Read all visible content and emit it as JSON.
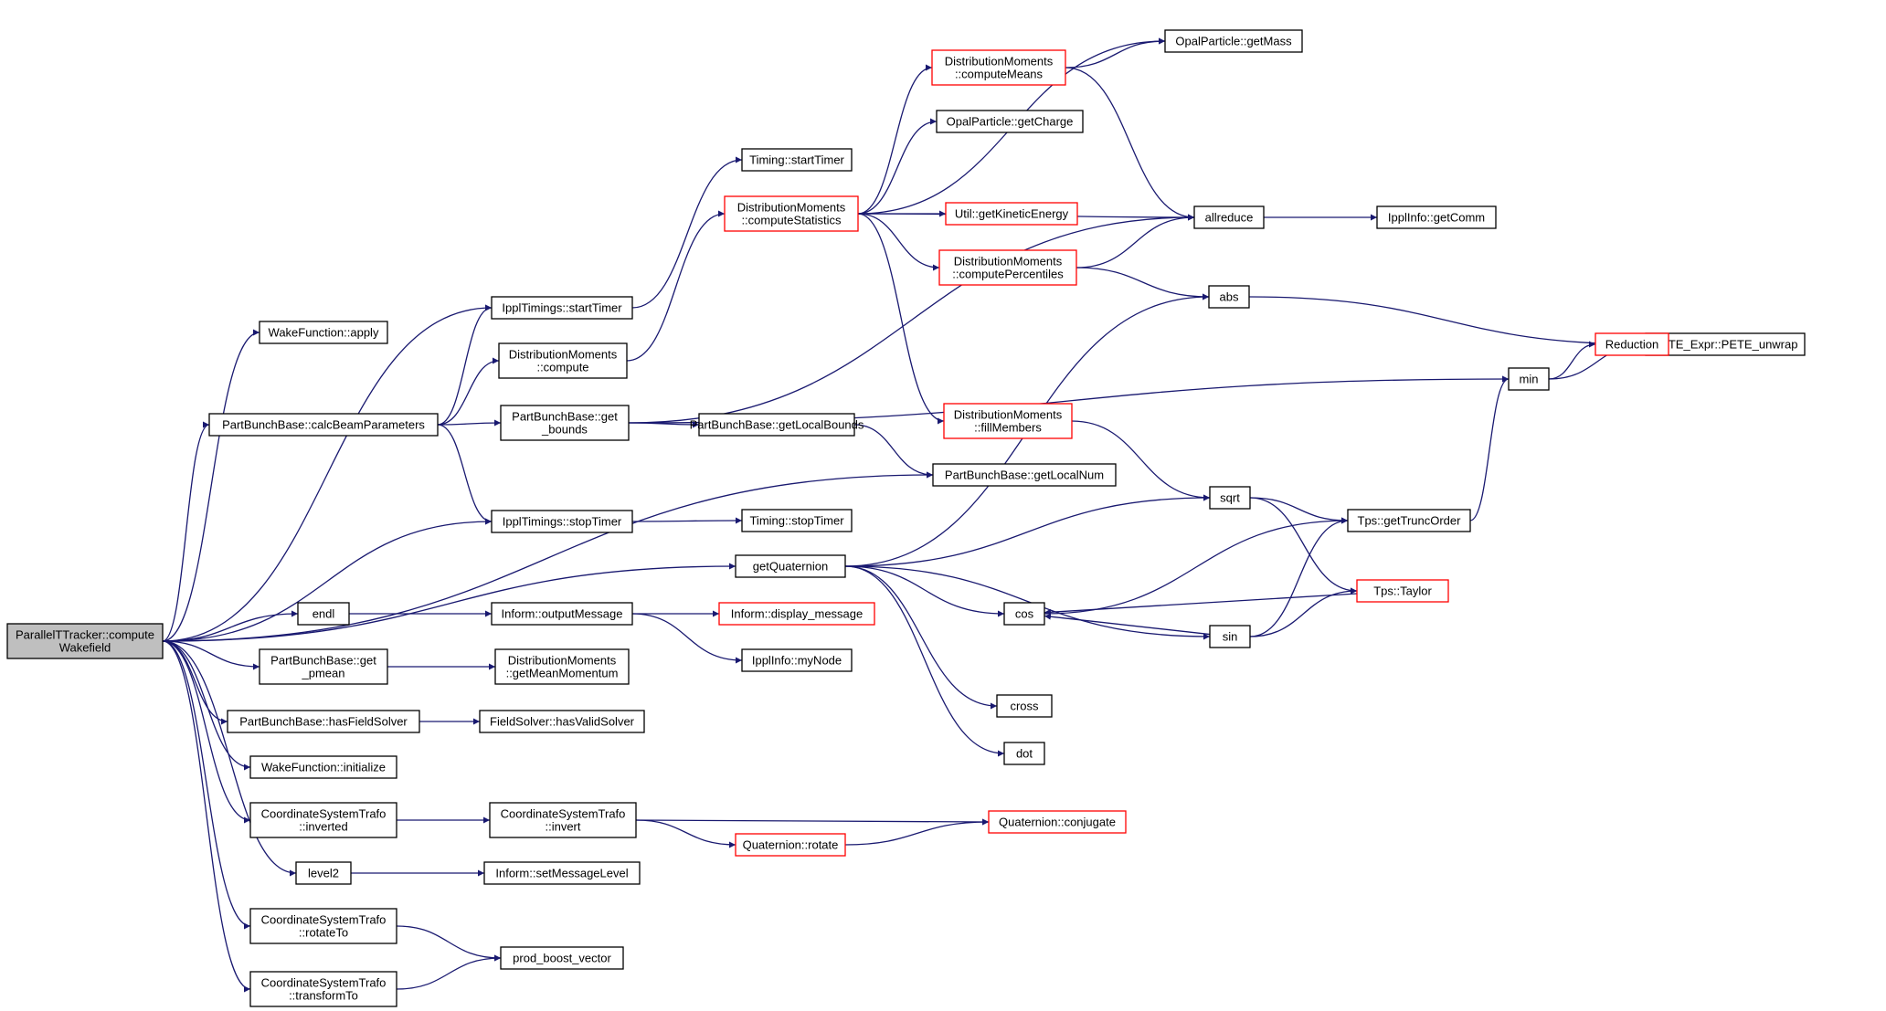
{
  "colors": {
    "edge": "#191970",
    "node_border": "#000000",
    "node_border_partial": "#ff0000",
    "root_fill": "#bfbfbf",
    "background": "#ffffff"
  },
  "nodes": [
    {
      "id": "root",
      "lines": [
        "ParallelTTracker::compute",
        "Wakefield"
      ],
      "style": "root"
    },
    {
      "id": "wf_apply",
      "lines": [
        "WakeFunction::apply"
      ]
    },
    {
      "id": "ippl_start",
      "lines": [
        "IpplTimings::startTimer"
      ]
    },
    {
      "id": "dm_compute",
      "lines": [
        "DistributionMoments",
        "::compute"
      ]
    },
    {
      "id": "pbb_calc",
      "lines": [
        "PartBunchBase::calcBeamParameters"
      ]
    },
    {
      "id": "pbb_getbounds",
      "lines": [
        "PartBunchBase::get",
        "_bounds"
      ]
    },
    {
      "id": "pbb_getlocalbounds",
      "lines": [
        "PartBunchBase::getLocalBounds"
      ]
    },
    {
      "id": "pbb_getlocalnum",
      "lines": [
        "PartBunchBase::getLocalNum"
      ]
    },
    {
      "id": "ippl_stop",
      "lines": [
        "IpplTimings::stopTimer"
      ]
    },
    {
      "id": "timing_stop",
      "lines": [
        "Timing::stopTimer"
      ]
    },
    {
      "id": "timing_start",
      "lines": [
        "Timing::startTimer"
      ]
    },
    {
      "id": "dm_stats",
      "lines": [
        "DistributionMoments",
        "::computeStatistics"
      ],
      "style": "red"
    },
    {
      "id": "dm_means",
      "lines": [
        "DistributionMoments",
        "::computeMeans"
      ],
      "style": "red"
    },
    {
      "id": "op_mass",
      "lines": [
        "OpalParticle::getMass"
      ]
    },
    {
      "id": "op_charge",
      "lines": [
        "OpalParticle::getCharge"
      ]
    },
    {
      "id": "util_ke",
      "lines": [
        "Util::getKineticEnergy"
      ],
      "style": "red"
    },
    {
      "id": "dm_pct",
      "lines": [
        "DistributionMoments",
        "::computePercentiles"
      ],
      "style": "red"
    },
    {
      "id": "dm_fill",
      "lines": [
        "DistributionMoments",
        "::fillMembers"
      ],
      "style": "red"
    },
    {
      "id": "allreduce",
      "lines": [
        "allreduce"
      ]
    },
    {
      "id": "ipplinfo_comm",
      "lines": [
        "IpplInfo::getComm"
      ]
    },
    {
      "id": "abs",
      "lines": [
        "abs"
      ]
    },
    {
      "id": "pete",
      "lines": [
        "PETE_Expr::PETE_unwrap"
      ]
    },
    {
      "id": "reduction",
      "lines": [
        "Reduction"
      ],
      "style": "red"
    },
    {
      "id": "min",
      "lines": [
        "min"
      ]
    },
    {
      "id": "sqrt",
      "lines": [
        "sqrt"
      ]
    },
    {
      "id": "tps_trunc",
      "lines": [
        "Tps::getTruncOrder"
      ]
    },
    {
      "id": "tps_taylor",
      "lines": [
        "Tps::Taylor"
      ],
      "style": "red"
    },
    {
      "id": "getq",
      "lines": [
        "getQuaternion"
      ]
    },
    {
      "id": "cos",
      "lines": [
        "cos"
      ]
    },
    {
      "id": "sin",
      "lines": [
        "sin"
      ]
    },
    {
      "id": "cross",
      "lines": [
        "cross"
      ]
    },
    {
      "id": "dot",
      "lines": [
        "dot"
      ]
    },
    {
      "id": "endl",
      "lines": [
        "endl"
      ]
    },
    {
      "id": "inform_out",
      "lines": [
        "Inform::outputMessage"
      ]
    },
    {
      "id": "inform_disp",
      "lines": [
        "Inform::display_message"
      ],
      "style": "red"
    },
    {
      "id": "ipplinfo_mynode",
      "lines": [
        "IpplInfo::myNode"
      ]
    },
    {
      "id": "pbb_pmean",
      "lines": [
        "PartBunchBase::get",
        "_pmean"
      ]
    },
    {
      "id": "dm_meanmom",
      "lines": [
        "DistributionMoments",
        "::getMeanMomentum"
      ]
    },
    {
      "id": "pbb_hasfs",
      "lines": [
        "PartBunchBase::hasFieldSolver"
      ]
    },
    {
      "id": "fs_valid",
      "lines": [
        "FieldSolver::hasValidSolver"
      ]
    },
    {
      "id": "wf_init",
      "lines": [
        "WakeFunction::initialize"
      ]
    },
    {
      "id": "cst_inverted",
      "lines": [
        "CoordinateSystemTrafo",
        "::inverted"
      ]
    },
    {
      "id": "cst_invert",
      "lines": [
        "CoordinateSystemTrafo",
        "::invert"
      ]
    },
    {
      "id": "quat_conj",
      "lines": [
        "Quaternion::conjugate"
      ],
      "style": "red"
    },
    {
      "id": "quat_rotate",
      "lines": [
        "Quaternion::rotate"
      ],
      "style": "red"
    },
    {
      "id": "level2",
      "lines": [
        "level2"
      ]
    },
    {
      "id": "inform_setlevel",
      "lines": [
        "Inform::setMessageLevel"
      ]
    },
    {
      "id": "cst_rotateto",
      "lines": [
        "CoordinateSystemTrafo",
        "::rotateTo"
      ]
    },
    {
      "id": "prod_boost",
      "lines": [
        "prod_boost_vector"
      ]
    },
    {
      "id": "cst_transformto",
      "lines": [
        "CoordinateSystemTrafo",
        "::transformTo"
      ]
    }
  ],
  "edges": [
    [
      "root",
      "wf_apply"
    ],
    [
      "root",
      "ippl_start"
    ],
    [
      "root",
      "pbb_calc"
    ],
    [
      "root",
      "pbb_getlocalnum"
    ],
    [
      "root",
      "ippl_stop"
    ],
    [
      "root",
      "getq"
    ],
    [
      "root",
      "endl"
    ],
    [
      "root",
      "pbb_pmean"
    ],
    [
      "root",
      "pbb_hasfs"
    ],
    [
      "root",
      "wf_init"
    ],
    [
      "root",
      "cst_inverted"
    ],
    [
      "root",
      "level2"
    ],
    [
      "root",
      "cst_rotateto"
    ],
    [
      "root",
      "cst_transformto"
    ],
    [
      "pbb_calc",
      "ippl_start"
    ],
    [
      "pbb_calc",
      "dm_compute"
    ],
    [
      "pbb_calc",
      "pbb_getbounds"
    ],
    [
      "pbb_calc",
      "ippl_stop"
    ],
    [
      "ippl_start",
      "timing_start"
    ],
    [
      "ippl_stop",
      "timing_stop"
    ],
    [
      "dm_compute",
      "dm_stats"
    ],
    [
      "dm_stats",
      "op_mass"
    ],
    [
      "dm_stats",
      "dm_means"
    ],
    [
      "dm_stats",
      "op_charge"
    ],
    [
      "dm_stats",
      "allreduce"
    ],
    [
      "dm_stats",
      "util_ke"
    ],
    [
      "dm_stats",
      "dm_pct"
    ],
    [
      "dm_stats",
      "dm_fill"
    ],
    [
      "dm_means",
      "op_mass"
    ],
    [
      "dm_means",
      "allreduce"
    ],
    [
      "dm_pct",
      "allreduce"
    ],
    [
      "dm_pct",
      "abs"
    ],
    [
      "allreduce",
      "ipplinfo_comm"
    ],
    [
      "abs",
      "pete"
    ],
    [
      "reduction",
      "pete"
    ],
    [
      "min",
      "reduction"
    ],
    [
      "min",
      "pete"
    ],
    [
      "pbb_getbounds",
      "allreduce"
    ],
    [
      "pbb_getbounds",
      "min"
    ],
    [
      "pbb_getbounds",
      "pbb_getlocalbounds"
    ],
    [
      "pbb_getlocalbounds",
      "pbb_getlocalnum"
    ],
    [
      "dm_fill",
      "sqrt"
    ],
    [
      "sqrt",
      "tps_trunc"
    ],
    [
      "sqrt",
      "tps_taylor"
    ],
    [
      "tps_trunc",
      "min"
    ],
    [
      "tps_taylor",
      "cos"
    ],
    [
      "cos",
      "tps_trunc"
    ],
    [
      "sin",
      "tps_trunc"
    ],
    [
      "sin",
      "tps_taylor"
    ],
    [
      "sin",
      "cos"
    ],
    [
      "getq",
      "abs"
    ],
    [
      "getq",
      "sqrt"
    ],
    [
      "getq",
      "cos"
    ],
    [
      "getq",
      "sin"
    ],
    [
      "getq",
      "cross"
    ],
    [
      "getq",
      "dot"
    ],
    [
      "endl",
      "inform_out"
    ],
    [
      "inform_out",
      "inform_disp"
    ],
    [
      "inform_out",
      "ipplinfo_mynode"
    ],
    [
      "pbb_pmean",
      "dm_meanmom"
    ],
    [
      "pbb_hasfs",
      "fs_valid"
    ],
    [
      "cst_inverted",
      "cst_invert"
    ],
    [
      "cst_invert",
      "quat_conj"
    ],
    [
      "cst_invert",
      "quat_rotate"
    ],
    [
      "quat_rotate",
      "quat_conj"
    ],
    [
      "level2",
      "inform_setlevel"
    ],
    [
      "cst_rotateto",
      "prod_boost"
    ],
    [
      "cst_transformto",
      "prod_boost"
    ]
  ]
}
